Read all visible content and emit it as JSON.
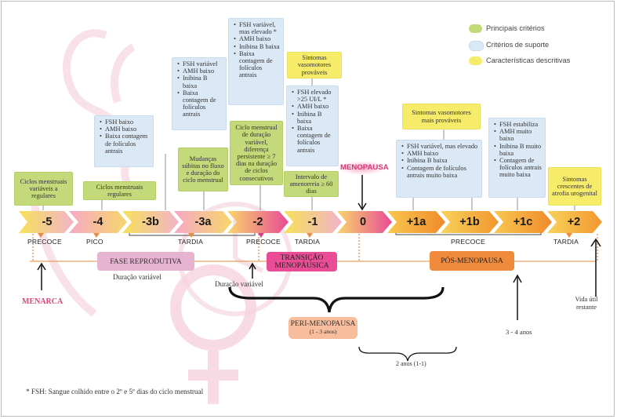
{
  "legend": [
    {
      "label": "Principais critérios",
      "color": "#c4d97a"
    },
    {
      "label": "Critérios de suporte",
      "color": "#dbe9f6"
    },
    {
      "label": "Características descritivas",
      "color": "#f7ec6a"
    }
  ],
  "segments": [
    "-5",
    "-4",
    "-3b",
    "-3a",
    "-2",
    "-1",
    "0",
    "+1a",
    "+1b",
    "+1c",
    "+2"
  ],
  "sub_labels": {
    "precoce_left": "PRECOCE",
    "pico": "PICO",
    "tardia_left": "TARDIA",
    "precoce_mid": "PRECOCE",
    "tardia_mid": "TARDIA",
    "precoce_right": "PRECOCE",
    "tardia_right": "TARDIA"
  },
  "green_boxes": {
    "s5": "Ciclos menstruais variáveis a regulares",
    "s4": "Ciclos menstruais regulares",
    "s3a": "Mudanças súbitas no fluxo e duração do ciclo menstrual",
    "s2": "Ciclo menstrual de duração variável, diferença persistente ≥ 7 dias na duração de ciclos consecutivos",
    "s1": "Intervalo de amenorreia ≥ 60 dias"
  },
  "blue_boxes": {
    "s4": [
      "FSH baixo",
      "AMH baixo",
      "Baixa contagem de folículos antrais"
    ],
    "s3a": [
      "FSH variável",
      "AMH baixo",
      "Inibina B baixa",
      "Baixa contagem de folículos antrais"
    ],
    "s2": [
      "FSH variável, mas elevado *",
      "AMH baixo",
      "Inibina B baixa",
      "Baixa contagem de folículos antrais"
    ],
    "s1": [
      "FSH elevado >25 UI/L *",
      "AMH baixo",
      "Inibina B baixa",
      "Baixa contagem de folículos antrais"
    ],
    "s1ab": [
      "FSH variável, mas elevado",
      "AMH baixo",
      "Inibina B baixa",
      "Contagem de folículos antrais muito baixa"
    ],
    "s1c": [
      "FSH estabiliza",
      "AMH muito baixo",
      "Inibina B muito baixa",
      "Contagem de folículos antrais muito baixa"
    ]
  },
  "yellow_boxes": {
    "s1": "Sintomas vasomotores prováveis",
    "s1ab": "Sintomas vasomotores mais prováveis",
    "s2": "Sintomas crescentes de atrofia urogenital"
  },
  "menopausa": "MENOPAUSA",
  "stages": {
    "reprodutiva": "FASE REPRODUTIVA",
    "transicao": "TRANSIÇÃO MENOPÁUSICA",
    "pos": "PÓS-MENOPAUSA",
    "peri_title": "PERI-MENOPAUSA",
    "peri_sub": "(1 - 3 anos)"
  },
  "captions": {
    "duracao_1": "Duração variável",
    "duracao_2": "Duração variável",
    "menarca": "MENARCA",
    "dois_anos": "2 anos (1-1)",
    "tres_quatro": "3 - 4 anos",
    "vida_util": "Vida útil restante"
  },
  "footnote": "* FSH: Sangue colhido entre o 2º e 5º dias do ciclo menstrual"
}
